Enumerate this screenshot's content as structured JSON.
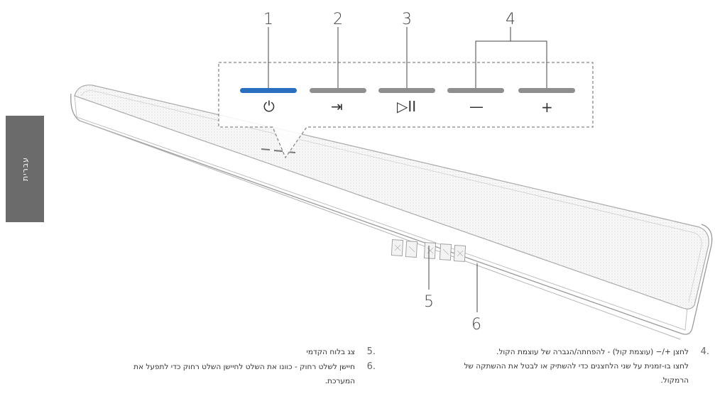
{
  "side_tab": {
    "label": "עברית"
  },
  "callouts": {
    "c1": "1",
    "c2": "2",
    "c3": "3",
    "c4": "4",
    "c5": "5",
    "c6": "6"
  },
  "buttons": {
    "power": {
      "icon": "⏻",
      "color": "#2a6fbf"
    },
    "source": {
      "icon": "⇥"
    },
    "play_pause": {
      "icon": "▷II"
    },
    "volume_down": {
      "icon": "—"
    },
    "volume_up": {
      "icon": "+"
    }
  },
  "descriptions": {
    "item4": {
      "number": ".4",
      "line1": "לחצן +/− (עוצמת קול) - להפחתה/הגברה של עוצמת הקול.",
      "line2": "לחצו בו-זמנית על שני הלחצנים כדי להשתיק או לבטל את ההשתקה של",
      "line3": "הרמקול."
    },
    "item5": {
      "number": ".5",
      "line1": "צג בלוח הקדמי"
    },
    "item6": {
      "number": ".6",
      "line1": "חיישן לשלט רחוק - כוונו את השלט לחיישן השלט רחוק כדי לתפעל את",
      "line2": "המערכת."
    }
  }
}
